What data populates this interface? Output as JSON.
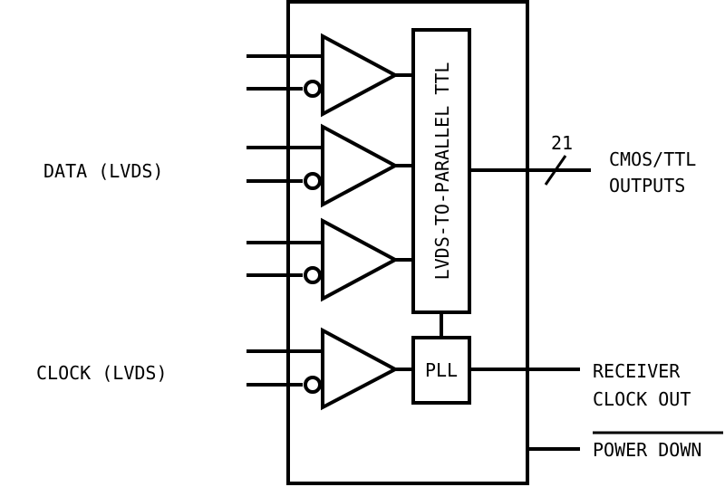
{
  "labels": {
    "data_input": "DATA (LVDS)",
    "clock_input": "CLOCK (LVDS)",
    "converter": "LVDS-TO-PARALLEL TTL",
    "pll": "PLL",
    "bus_width": "21",
    "outputs_line1": "CMOS/TTL",
    "outputs_line2": "OUTPUTS",
    "clock_out_line1": "RECEIVER",
    "clock_out_line2": "CLOCK OUT",
    "power_down": "POWER DOWN"
  }
}
